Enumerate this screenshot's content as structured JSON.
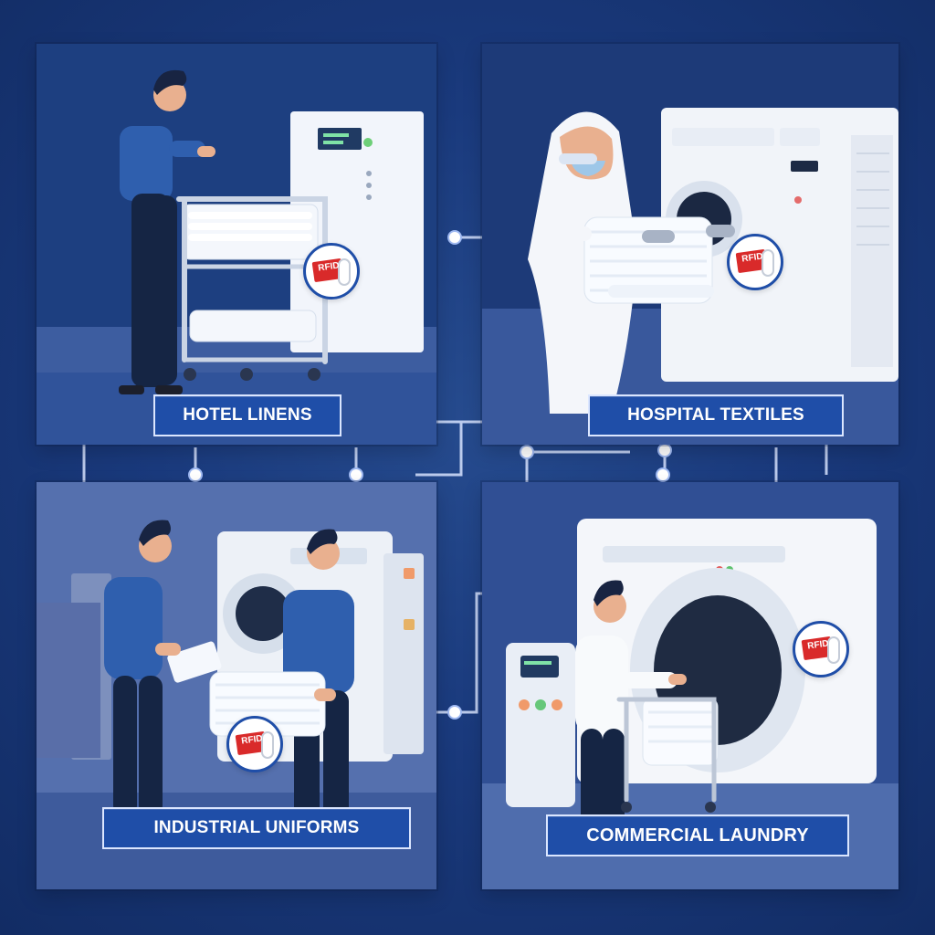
{
  "panels": {
    "hotel": {
      "label": "HOTEL LINENS",
      "rfid_label": "RFID"
    },
    "hospital": {
      "label": "HOSPITAL TEXTILES",
      "rfid_label": "RFID"
    },
    "industrial": {
      "label": "INDUSTRIAL UNIFORMS",
      "rfid_label": "RFID"
    },
    "commercial": {
      "label": "COMMERCIAL LAUNDRY",
      "rfid_label": "RFID"
    }
  },
  "colors": {
    "background": "#173777",
    "label_bg": "#1f4ea8",
    "label_text": "#ffffff",
    "rfid_red": "#d92a2a"
  }
}
